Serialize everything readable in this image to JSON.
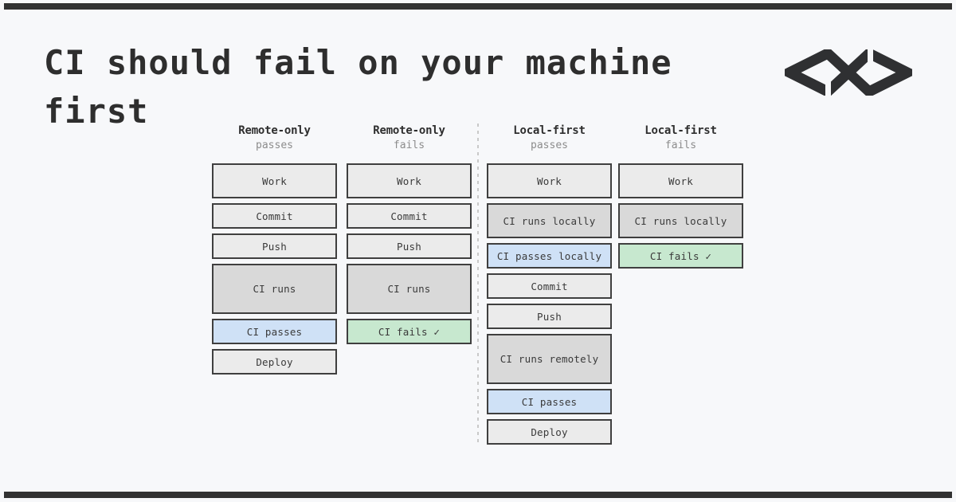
{
  "page": {
    "title": "CI should fail on your machine first",
    "background_color": "#f7f8fa",
    "accent_bar_color": "#323232"
  },
  "logo": {
    "icon": "infinity-code-logo",
    "color": "#2f3032"
  },
  "colors": {
    "box_border": "#3f3f3f",
    "box_default": "#ebebeb",
    "box_emphasis": "#d9d9d9",
    "box_pass": "#cfe1f6",
    "box_fail": "#c7e8cf",
    "title_text": "#2e2e2e",
    "subtitle_text": "#8c8c8c",
    "divider": "#c9c9c9"
  },
  "columns": [
    {
      "slug": "remote-only-passes",
      "title": "Remote-only",
      "subtitle": "passes",
      "boxes": [
        {
          "label": "Work",
          "size": "md",
          "kind": "default"
        },
        {
          "label": "Commit",
          "size": "sm",
          "kind": "default"
        },
        {
          "label": "Push",
          "size": "sm",
          "kind": "default"
        },
        {
          "label": "CI runs",
          "size": "lg",
          "kind": "active"
        },
        {
          "label": "CI passes",
          "size": "sm",
          "kind": "pass"
        },
        {
          "label": "Deploy",
          "size": "sm",
          "kind": "default"
        }
      ]
    },
    {
      "slug": "remote-only-fails",
      "title": "Remote-only",
      "subtitle": "fails",
      "boxes": [
        {
          "label": "Work",
          "size": "md",
          "kind": "default"
        },
        {
          "label": "Commit",
          "size": "sm",
          "kind": "default"
        },
        {
          "label": "Push",
          "size": "sm",
          "kind": "default"
        },
        {
          "label": "CI runs",
          "size": "lg",
          "kind": "active"
        },
        {
          "label": "CI fails ✓",
          "size": "sm",
          "kind": "fail"
        }
      ]
    },
    {
      "slug": "local-first-passes",
      "title": "Local-first",
      "subtitle": "passes",
      "boxes": [
        {
          "label": "Work",
          "size": "md",
          "kind": "default"
        },
        {
          "label": "CI runs locally",
          "size": "md",
          "kind": "active"
        },
        {
          "label": "CI passes locally",
          "size": "sm",
          "kind": "pass"
        },
        {
          "label": "Commit",
          "size": "sm",
          "kind": "default"
        },
        {
          "label": "Push",
          "size": "sm",
          "kind": "default"
        },
        {
          "label": "CI runs remotely",
          "size": "lg",
          "kind": "active"
        },
        {
          "label": "CI passes",
          "size": "sm",
          "kind": "pass"
        },
        {
          "label": "Deploy",
          "size": "sm",
          "kind": "default"
        }
      ]
    },
    {
      "slug": "local-first-fails",
      "title": "Local-first",
      "subtitle": "fails",
      "boxes": [
        {
          "label": "Work",
          "size": "md",
          "kind": "default"
        },
        {
          "label": "CI runs locally",
          "size": "md",
          "kind": "active"
        },
        {
          "label": "CI fails ✓",
          "size": "sm",
          "kind": "fail"
        }
      ]
    }
  ]
}
